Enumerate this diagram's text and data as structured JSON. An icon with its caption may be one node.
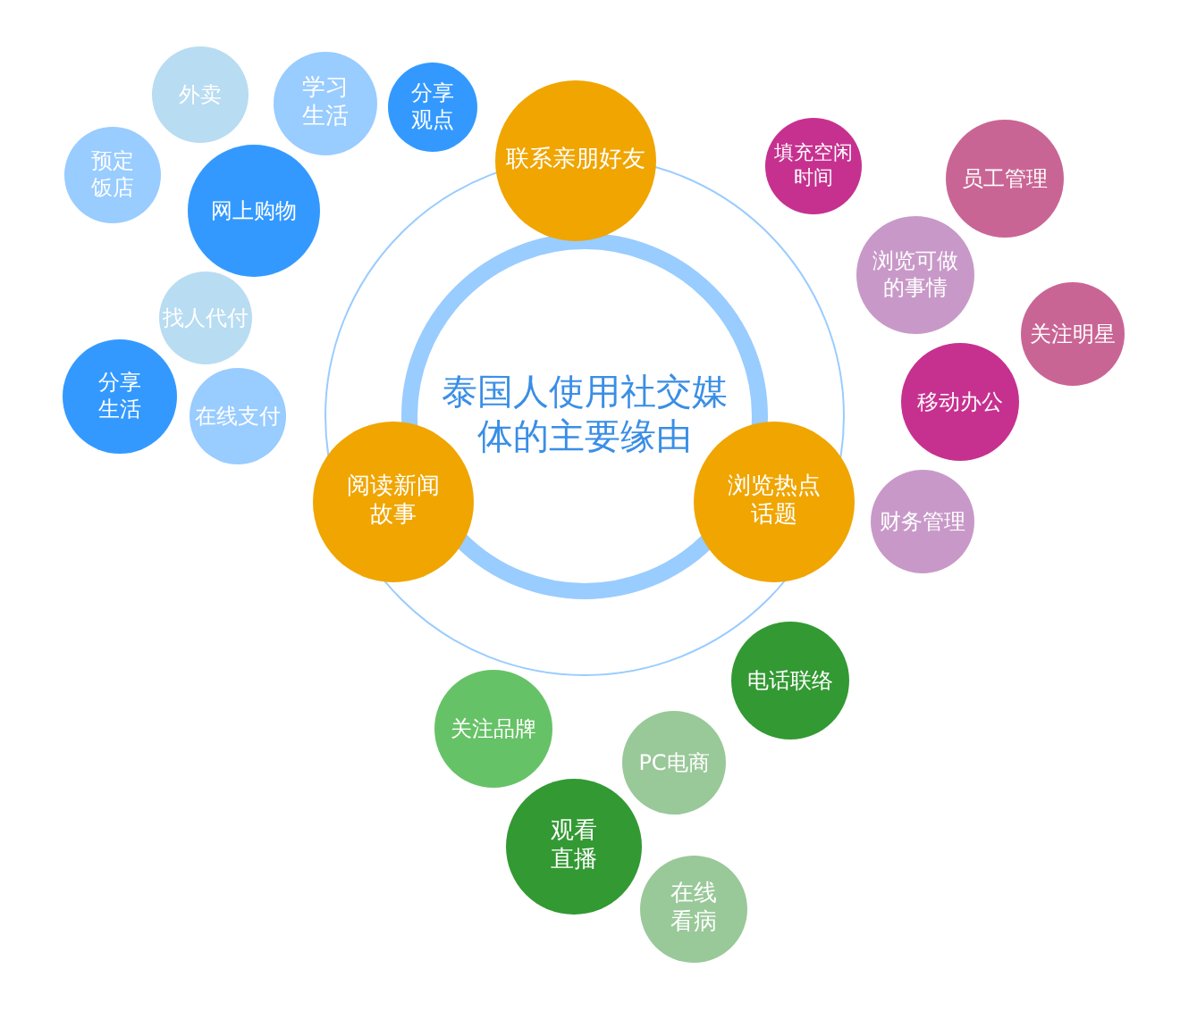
{
  "diagram": {
    "nodes": [
      {
        "text": [
          "泰国人使用社交媒体的主要缘由"
        ]
      },
      {
        "text": [
          "联系亲朋好友"
        ]
      },
      {
        "text": [
          "阅读新闻故事"
        ]
      },
      {
        "text": [
          "浏览热点话题"
        ]
      },
      {
        "text": [
          "外卖"
        ]
      },
      {
        "text": [
          "学习生活"
        ]
      },
      {
        "text": [
          "分享观点"
        ]
      },
      {
        "text": [
          "预定饭店"
        ]
      },
      {
        "text": [
          "网上购物"
        ]
      },
      {
        "text": [
          "找人代付"
        ]
      },
      {
        "text": [
          "分享生活"
        ]
      },
      {
        "text": [
          "在线支付"
        ]
      },
      {
        "text": [
          "填充空闲时间"
        ]
      },
      {
        "text": [
          "员工管理"
        ]
      },
      {
        "text": [
          "浏览可做的事情"
        ]
      },
      {
        "text": [
          "关注明星"
        ]
      },
      {
        "text": [
          "移动办公"
        ]
      },
      {
        "text": [
          "财务管理"
        ]
      },
      {
        "text": [
          "电话联络"
        ]
      },
      {
        "text": [
          "关注品牌"
        ]
      },
      {
        "text": [
          "PC电商"
        ]
      },
      {
        "text": [
          "观看直播"
        ]
      },
      {
        "text": [
          "在线看病"
        ]
      }
    ],
    "edges": []
  }
}
